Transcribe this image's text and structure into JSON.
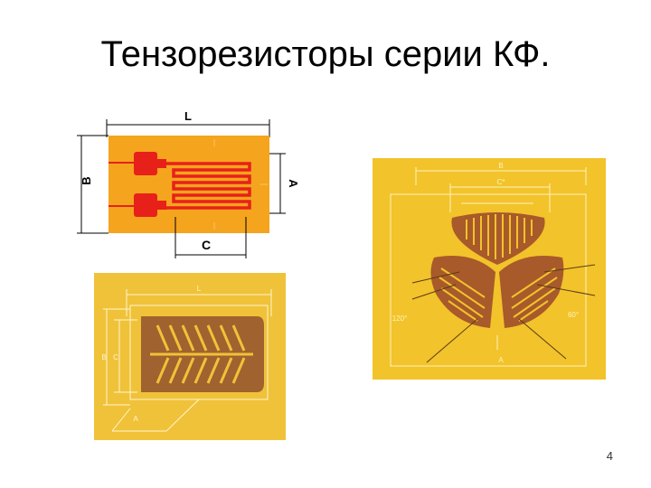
{
  "slide": {
    "title": "Тензорезисторы серии КФ.",
    "page_number": "4"
  },
  "figure_top": {
    "labels": {
      "length": "L",
      "width": "B",
      "contact": "C",
      "grid": "A"
    },
    "colors": {
      "substrate": "#f5a41e",
      "conductor": "#e8201a",
      "dimension": "#000000"
    }
  },
  "figure_bottom": {
    "labels": {
      "length": "L",
      "width": "B",
      "grid_width": "C",
      "grid": "A"
    },
    "colors": {
      "substrate": "#f0c23a",
      "conductor": "#a0622e",
      "dimension": "#ffffff"
    }
  },
  "figure_rosette": {
    "labels": {
      "width": "B",
      "inner": "C*",
      "grid": "A",
      "angle_1": "120°",
      "angle_2": "60°"
    },
    "colors": {
      "substrate": "#f2c32a",
      "conductor": "#a85a2a",
      "dimension": "#ffffff"
    }
  }
}
